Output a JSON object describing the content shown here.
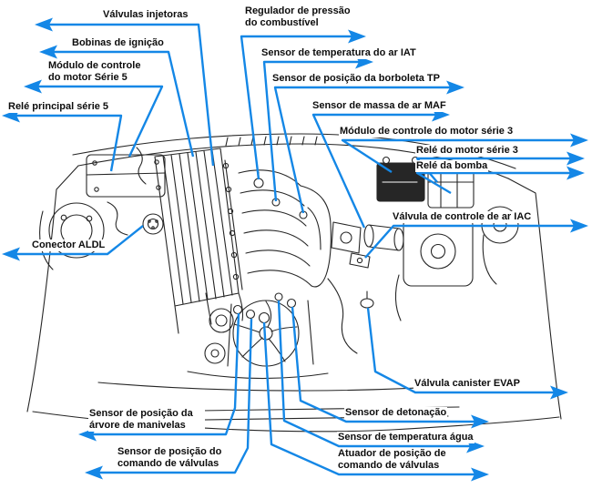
{
  "diagram": {
    "subject": "engine-bay-component-diagram",
    "style": {
      "accent_blue": "#1487e6",
      "line_ink": "#262626",
      "background": "#ffffff"
    },
    "icons": {
      "pointer": "solid-triangle-arrow"
    }
  },
  "labels": {
    "valvulas_injetoras": "Válvulas injetoras",
    "regulador_pressao": "Regulador de pressão do combustível",
    "bobinas_ignicao": "Bobinas de ignição",
    "modulo_serie5": "Módulo de controle do motor Série 5",
    "rele_principal_serie5": "Relé principal série 5",
    "sensor_iat": "Sensor de temperatura do ar IAT",
    "sensor_tp": "Sensor de posição da borboleta TP",
    "sensor_maf": "Sensor de massa de ar MAF",
    "modulo_serie3": "Módulo de controle do motor série 3",
    "rele_motor_serie3": "Relé do motor série 3",
    "rele_bomba": "Relé da bomba",
    "valvula_iac": "Válvula de controle de ar IAC",
    "conector_aldl": "Conector ALDL",
    "sensor_arvore_manivelas": "Sensor de posição da árvore de manivelas",
    "sensor_comando_valvulas": "Sensor de posição do comando de válvulas",
    "sensor_detonacao": "Sensor de detonação",
    "sensor_temp_agua": "Sensor de temperatura água",
    "atuador_comando_valvulas": "Atuador de posição de comando de válvulas",
    "valvula_evap": "Válvula canister EVAP"
  }
}
